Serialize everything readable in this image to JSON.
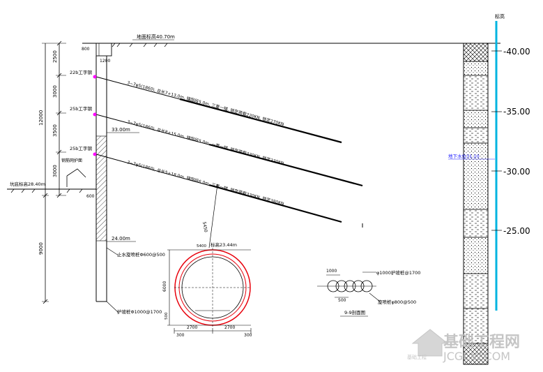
{
  "labels": {
    "ground_level": "地面标高40.70m",
    "dim_800": "800",
    "dim_1200": "1200",
    "dim_2500": "2500",
    "dim_3000": "3000",
    "dim_3500": "3500",
    "dim_3000b": "3000",
    "dim_12000": "12000",
    "dim_9000": "9000",
    "beam_1": "22b工字钢",
    "beam_2": "25b工字钢",
    "beam_3": "25b工字钢",
    "anchor_1": "3~7φ5(1860), 总长7+13.0m, 锚固段5.0m, 三重一锚, 锁定荷载220KN, 锁定270KN",
    "anchor_2": "3~7φ5(1860), 总长8+15.0m, 锚固段5.0m, 一重一锚, 锁定荷载330KN, 锁定330KN",
    "anchor_3": "3~7φ5(1860), 总长5+18.0m, 锚固段6.0m, 三重一锚, 锁定荷载330KN, 锁定380KN",
    "elev_33": "33.00m",
    "elev_24": "24.00m",
    "elev_23": "标高23.44m",
    "elev_28": "坑底标高28.40m",
    "dim_600": "600",
    "dim_5450": "5450",
    "dim_6000": "6000",
    "dim_500": "500",
    "dim_2700a": "2700",
    "dim_2700b": "2700",
    "dim_300a": "300",
    "dim_300b": "300",
    "dim_5400": "5400",
    "dim_1000": "1000",
    "dim_500b": "500",
    "pile_top_label": "止水旋喷桩Φ600@500",
    "pile_bottom_label": "护坡桩Φ1000@1700",
    "left_note": "钢筋网护面",
    "legend_pile": "φ1000护坡桩@1700",
    "legend_jet": "旋喷桩φ800@500",
    "legend_title": "9-9剖面图",
    "elev_marker": "标高",
    "water_label": "地下水位31.10",
    "scale_40": "-40.00",
    "scale_35": "-35.00",
    "scale_30": "-30.00",
    "scale_25": "-25.00",
    "watermark_cn": "基础工程网",
    "watermark_en": "JCGCW.COM",
    "watermark_small": "基础工程"
  },
  "colors": {
    "line": "#000000",
    "tunnel_outer": "#e8000b",
    "water_line": "#00b4e0",
    "water_label": "#1a1aff",
    "beam_marker": "#ff00ff",
    "watermark": "#bcbcbc"
  }
}
